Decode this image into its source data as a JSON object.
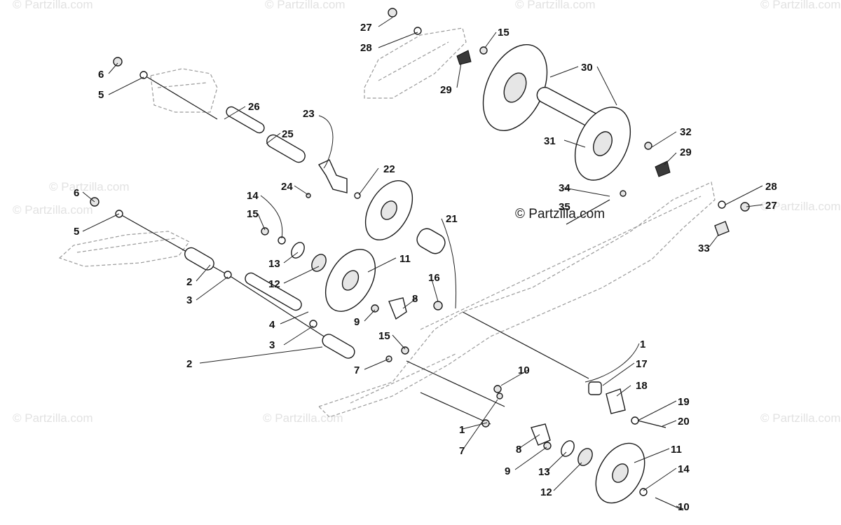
{
  "watermarks": [
    "© Partzilla.com",
    "© Partzilla.com",
    "© Partzilla.com",
    "© Partzilla.com",
    "© Partzilla.com",
    "© Partzilla.com",
    "© Partzilla.com",
    "© Partzilla.com",
    "© Partzilla.com",
    "© Partzilla.com"
  ],
  "copyright": "© Partzilla.com",
  "callouts": [
    "27",
    "28",
    "15",
    "30",
    "29",
    "6",
    "5",
    "26",
    "23",
    "25",
    "31",
    "32",
    "29",
    "22",
    "24",
    "28",
    "27",
    "14",
    "6",
    "15",
    "5",
    "21",
    "34",
    "35",
    "33",
    "13",
    "11",
    "12",
    "2",
    "16",
    "8",
    "3",
    "9",
    "4",
    "3",
    "15",
    "1",
    "2",
    "17",
    "7",
    "10",
    "18",
    "19",
    "20",
    "1",
    "7",
    "11",
    "8",
    "14",
    "9",
    "13",
    "12",
    "10"
  ]
}
